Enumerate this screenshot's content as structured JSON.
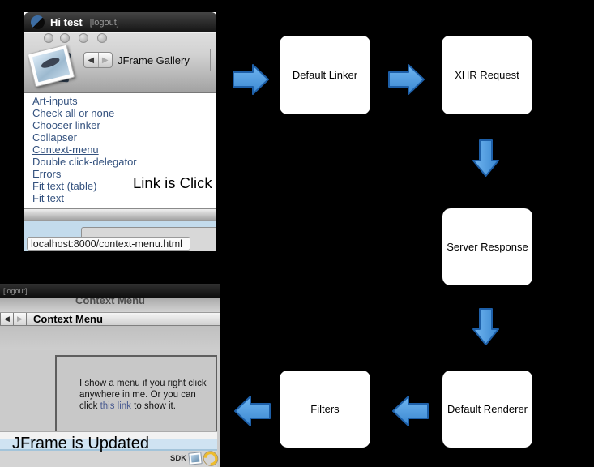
{
  "flow": {
    "boxes": [
      {
        "label": "Default Linker"
      },
      {
        "label": "XHR Request"
      },
      {
        "label": "Server Response"
      },
      {
        "label": "Default Renderer"
      },
      {
        "label": "Filters"
      }
    ],
    "colors": {
      "arrow_fill_light": "#71b6f1",
      "arrow_fill_dark": "#3a87d0",
      "arrow_stroke": "#1d5fa8",
      "box_background": "#ffffff",
      "canvas_background": "#000000"
    }
  },
  "annotations": {
    "link_clicked": "Link is Click",
    "jframe_updated": "JFrame is Updated"
  },
  "browser_top": {
    "titlebar": {
      "app_title": "Hi test",
      "logout_link": "[logout]"
    },
    "toolbar": {
      "back_glyph": "◀",
      "forward_glyph": "▶",
      "title": "JFrame Gallery"
    },
    "links": [
      "Art-inputs",
      "Check all or none",
      "Chooser linker",
      "Collapser",
      "Context-menu",
      "Double click-delegator",
      "Errors",
      "Fit text (table)",
      "Fit text"
    ],
    "status_tooltip": "localhost:8000/context-menu.html",
    "colors": {
      "link_color": "#33517e",
      "panel_blue": "#c3dbec"
    }
  },
  "browser_bottom": {
    "titlebar": {
      "logout_link": "[logout]"
    },
    "page_heading": "Context Menu",
    "toolbar": {
      "back_glyph": "◀",
      "forward_glyph": "▶",
      "title": "Context Menu"
    },
    "content_box": {
      "text_before": "I show a menu if you right click anywhere in me. Or you can click",
      "link_text": "this link",
      "text_after": "to show it."
    },
    "statusbar": {
      "sdk_label": "SDK"
    },
    "colors": {
      "content_link_color": "#47598f",
      "status_blue": "#cfe3f2"
    }
  }
}
